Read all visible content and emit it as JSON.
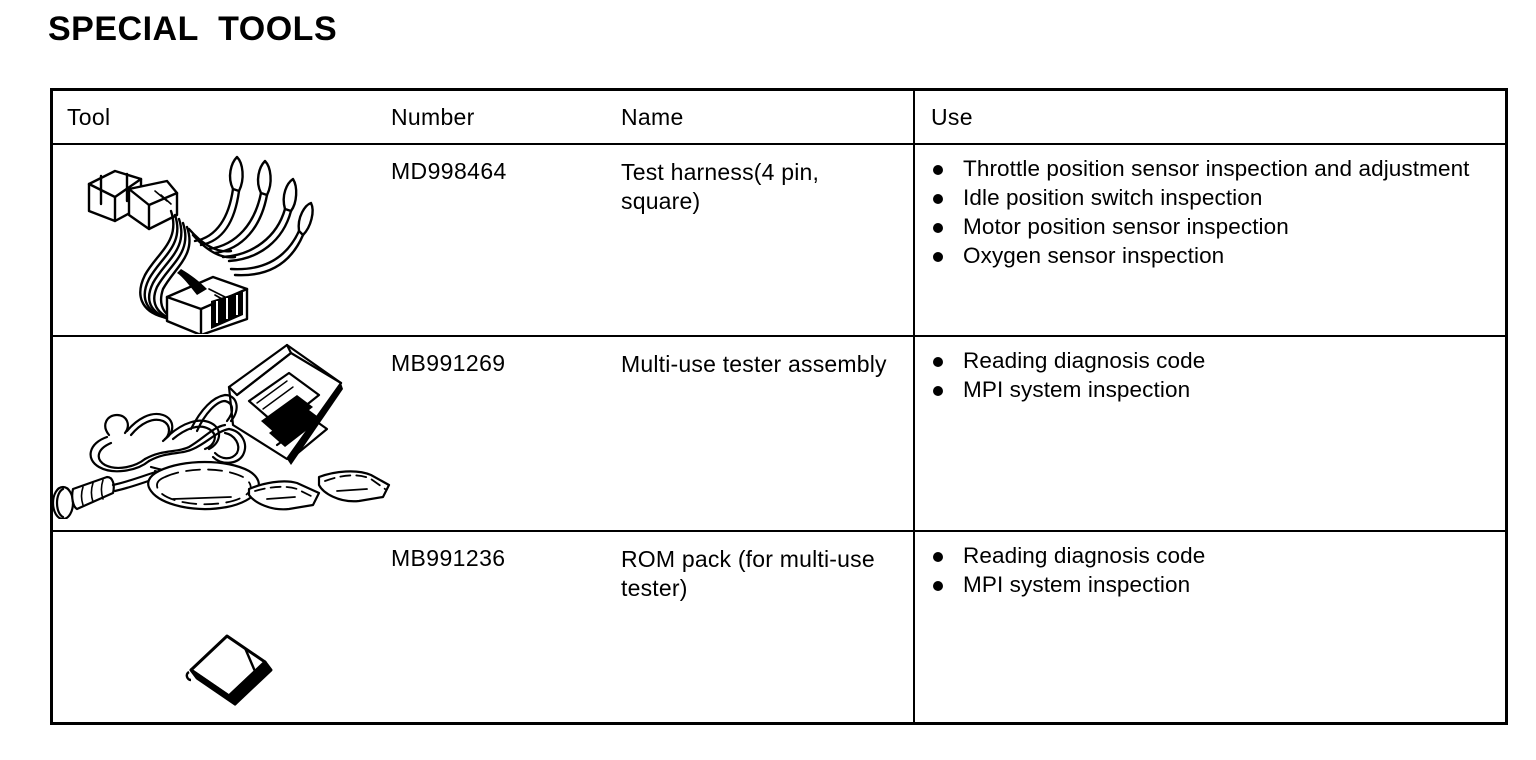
{
  "page": {
    "title": "SPECIAL  TOOLS",
    "background_color": "#ffffff",
    "ink_color": "#000000"
  },
  "table": {
    "headers": {
      "tool": "Tool",
      "number": "Number",
      "name": "Name",
      "use": "Use"
    },
    "rows": [
      {
        "tool_illustration": "test-harness-illustration",
        "number": "MD998464",
        "name": "Test harness(4 pin, square)",
        "use": [
          "Throttle position sensor inspection and adjustment",
          "Idle position switch inspection",
          "Motor position sensor inspection",
          "Oxygen sensor inspection"
        ]
      },
      {
        "tool_illustration": "multi-use-tester-illustration",
        "number": "MB991269",
        "name": "Multi-use tester assembly",
        "use": [
          "Reading diagnosis code",
          "MPI system inspection"
        ]
      },
      {
        "tool_illustration": "rom-pack-illustration",
        "number": "MB991236",
        "name": "ROM pack (for multi-use tester)",
        "use": [
          "Reading diagnosis code",
          "MPI system inspection"
        ]
      }
    ]
  }
}
